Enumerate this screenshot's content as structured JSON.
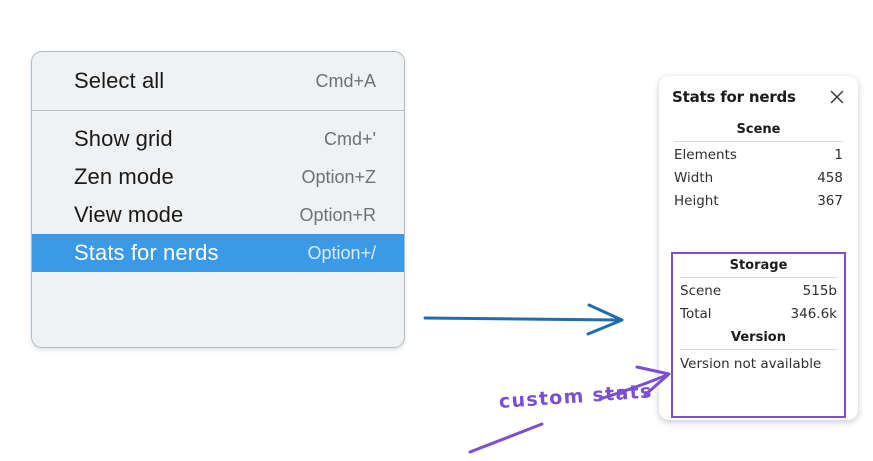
{
  "menu": {
    "groups": [
      {
        "items": [
          {
            "label": "Select all",
            "shortcut": "Cmd+A",
            "selected": false
          }
        ]
      },
      {
        "items": [
          {
            "label": "Show grid",
            "shortcut": "Cmd+'",
            "selected": false
          },
          {
            "label": "Zen mode",
            "shortcut": "Option+Z",
            "selected": false
          },
          {
            "label": "View mode",
            "shortcut": "Option+R",
            "selected": false
          },
          {
            "label": "Stats for nerds",
            "shortcut": "Option+/",
            "selected": true
          }
        ]
      }
    ],
    "items": {
      "select_all": {
        "label": "Select all",
        "shortcut": "Cmd+A"
      },
      "show_grid": {
        "label": "Show grid",
        "shortcut": "Cmd+'"
      },
      "zen_mode": {
        "label": "Zen mode",
        "shortcut": "Option+Z"
      },
      "view_mode": {
        "label": "View mode",
        "shortcut": "Option+R"
      },
      "stats_for_nerds": {
        "label": "Stats for nerds",
        "shortcut": "Option+/"
      }
    },
    "colors": {
      "highlight": "#3b9ae8",
      "background": "#f0f1f3",
      "border": "#b4bcc6",
      "divider": "#b9c0c9",
      "shortcut_text": "#6e7175"
    }
  },
  "panel": {
    "title": "Stats for nerds",
    "close_icon": "close-icon",
    "sections": {
      "scene": {
        "heading": "Scene",
        "rows": [
          {
            "key": "Elements",
            "value": "1"
          },
          {
            "key": "Width",
            "value": "458"
          },
          {
            "key": "Height",
            "value": "367"
          }
        ]
      },
      "storage": {
        "heading": "Storage",
        "rows": [
          {
            "key": "Scene",
            "value": "515b"
          },
          {
            "key": "Total",
            "value": "346.6k"
          }
        ]
      },
      "version": {
        "heading": "Version",
        "text": "Version not available"
      }
    }
  },
  "annotations": {
    "custom_stats_label": "custom stats",
    "colors": {
      "purple": "#7a4fd6",
      "blue": "#1f6cb0"
    }
  }
}
